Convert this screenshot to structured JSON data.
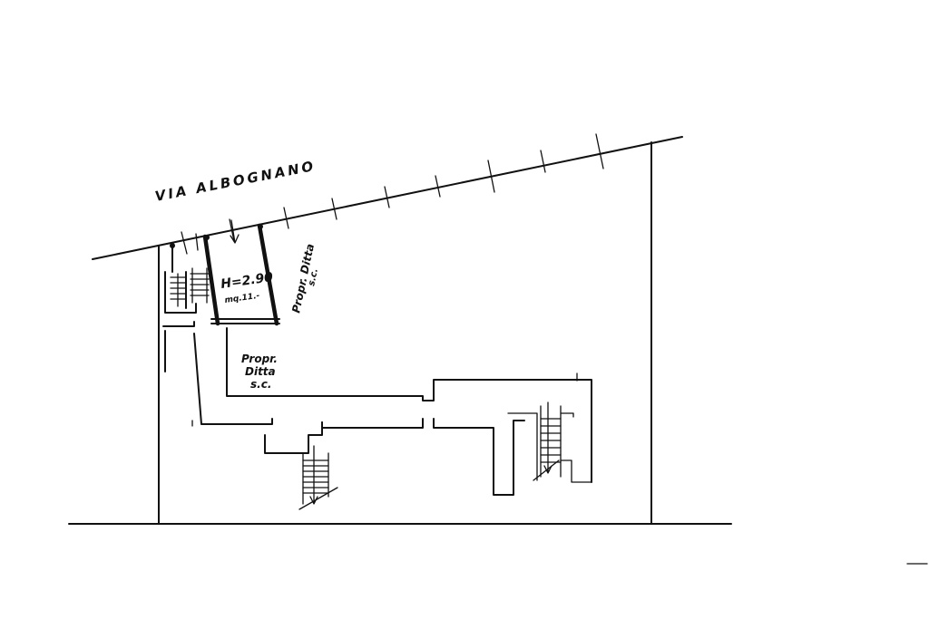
{
  "street": {
    "name": "VIA ALBOGNANO"
  },
  "room": {
    "height": "H=2.90",
    "area": "mq.11.-"
  },
  "labels": {
    "owner_right_line1": "Propr. Ditta",
    "owner_right_line2": "s.c.",
    "owner_center_line1": "Propr.",
    "owner_center_line2": "Ditta",
    "owner_center_line3": "s.c."
  }
}
